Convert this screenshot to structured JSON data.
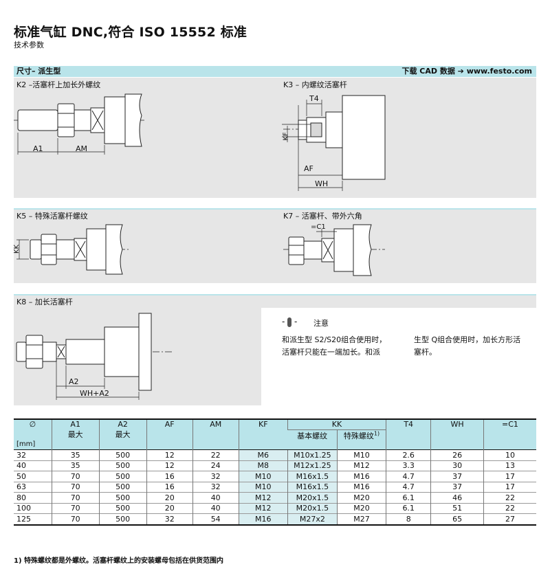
{
  "header": {
    "title": "标准气缸 DNC,符合 ISO 15552 标准",
    "subtitle": "技术参数"
  },
  "section": {
    "label": "尺寸– 派生型",
    "download": "下载 CAD 数据 ➔ www.festo.com"
  },
  "panels": {
    "k2": {
      "label": "K2 –活塞杆上加长外螺纹",
      "dim_a1": "A1",
      "dim_am": "AM"
    },
    "k3": {
      "label": "K3 – 内螺纹活塞杆",
      "dim_t4": "T4",
      "dim_kf": "KF",
      "dim_af": "AF",
      "dim_wh": "WH"
    },
    "k5": {
      "label": "K5 – 特殊活塞杆螺纹",
      "dim_kk": "KK"
    },
    "k7": {
      "label": "K7 – 活塞杆、带外六角",
      "dim_c1": "=C1"
    },
    "k8": {
      "label": "K8 – 加长活塞杆",
      "dim_a2": "A2",
      "dim_wha2": "WH+A2"
    }
  },
  "note": {
    "title": "注意",
    "col1": "和派生型 S2/S20组合使用时，活塞杆只能在一端加长。和派",
    "col1_line1": "和派生型 S2/S20组合使用时，",
    "col1_line2": "活塞杆只能在一端加长。和派",
    "col2_line1": "生型 Q组合使用时，加长方形活",
    "col2_line2": "塞杆。"
  },
  "table": {
    "headers": {
      "diameter": "∅",
      "unit": "[mm]",
      "a1": "A1",
      "a1_sub": "最大",
      "a2": "A2",
      "a2_sub": "最大",
      "af": "AF",
      "am": "AM",
      "kf": "KF",
      "kk": "KK",
      "kk_basic": "基本螺纹",
      "kk_special": "特殊螺纹",
      "kk_special_note": "1)",
      "t4": "T4",
      "wh": "WH",
      "c1": "=C1"
    },
    "rows": [
      [
        "32",
        "35",
        "500",
        "12",
        "22",
        "M6",
        "M10x1.25",
        "M10",
        "2.6",
        "26",
        "10"
      ],
      [
        "40",
        "35",
        "500",
        "12",
        "24",
        "M8",
        "M12x1.25",
        "M12",
        "3.3",
        "30",
        "13"
      ],
      [
        "50",
        "70",
        "500",
        "16",
        "32",
        "M10",
        "M16x1.5",
        "M16",
        "4.7",
        "37",
        "17"
      ],
      [
        "63",
        "70",
        "500",
        "16",
        "32",
        "M10",
        "M16x1.5",
        "M16",
        "4.7",
        "37",
        "17"
      ],
      [
        "80",
        "70",
        "500",
        "20",
        "40",
        "M12",
        "M20x1.5",
        "M20",
        "6.1",
        "46",
        "22"
      ],
      [
        "100",
        "70",
        "500",
        "20",
        "40",
        "M12",
        "M20x1.5",
        "M20",
        "6.1",
        "51",
        "22"
      ],
      [
        "125",
        "70",
        "500",
        "32",
        "54",
        "M16",
        "M27x2",
        "M27",
        "8",
        "65",
        "27"
      ]
    ]
  },
  "footnote": "1)    特殊螺纹都是外螺纹。活塞杆螺纹上的安装螺母包括在供货范围内"
}
